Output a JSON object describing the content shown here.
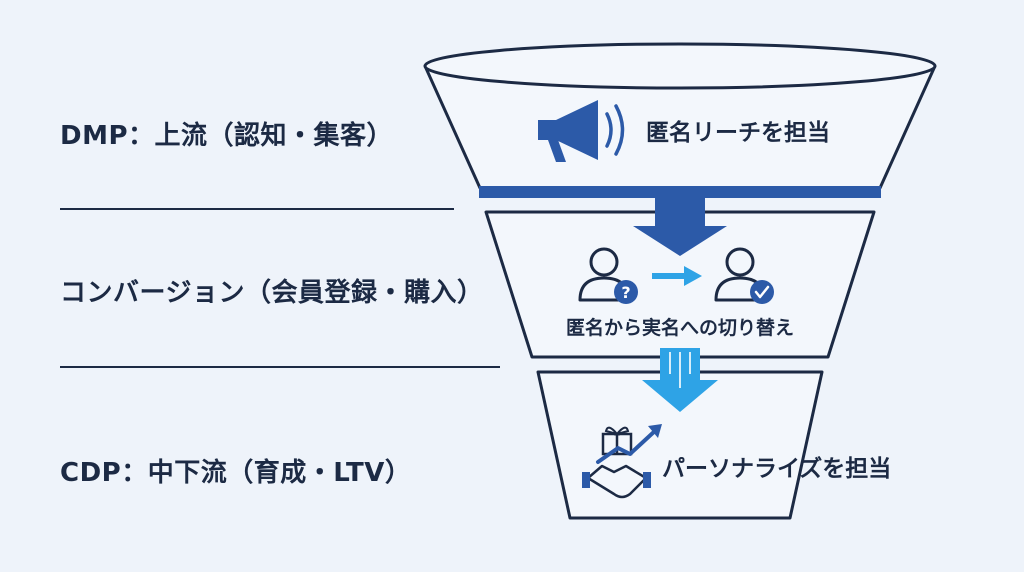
{
  "stages": [
    {
      "label": "DMP：上流（認知・集客）",
      "caption": "匿名リーチを担当"
    },
    {
      "label": "コンバージョン（会員登録・購入）",
      "caption": "匿名から実名への切り替え"
    },
    {
      "label": "CDP：中下流（育成・LTV）",
      "caption": "パーソナライズを担当"
    }
  ],
  "icons": {
    "stage1": "megaphone-icon",
    "stage2_left": "anonymous-user-icon",
    "stage2_right": "verified-user-icon",
    "stage3": "handshake-gift-growth-icon"
  },
  "colors": {
    "background": "#eef3fa",
    "navy": "#1c2a44",
    "royal_blue": "#2c5aa8",
    "light_blue": "#2ea3e6"
  }
}
